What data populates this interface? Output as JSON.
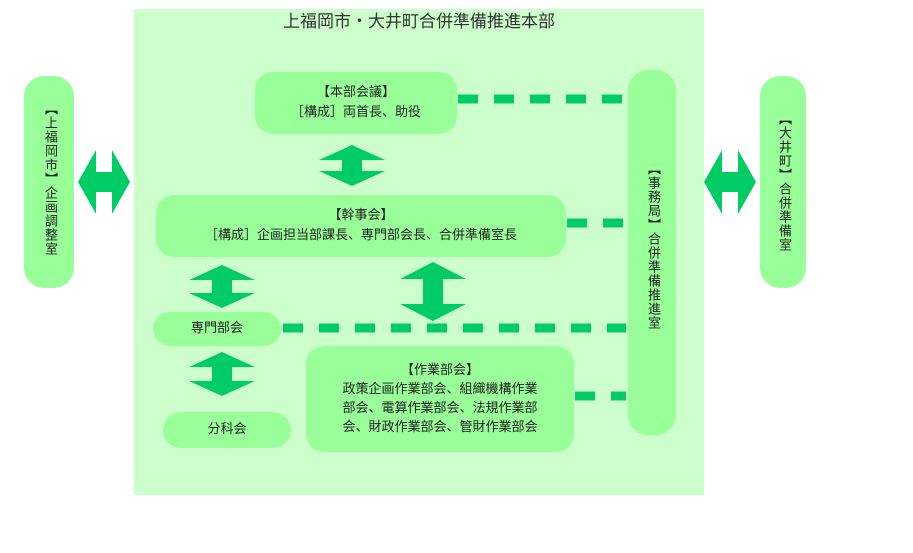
{
  "title": "上福岡市・大井町合併準備推進本部",
  "left_box": {
    "text": "【上福岡市】企画調整室"
  },
  "right_box": {
    "text": "【大井町】合併準備室"
  },
  "honbu_kaigi": {
    "heading": "【本部会議】",
    "members": "［構成］両首長、助役"
  },
  "kanji_kai": {
    "heading": "【幹事会】",
    "members": "［構成］企画担当部課長、専門部会長、合併準備室長"
  },
  "senmon_bukai": {
    "label": "専門部会"
  },
  "bunka_kai": {
    "label": "分科会"
  },
  "sagyo_bukai": {
    "heading": "【作業部会】",
    "lines": [
      "政策企画作業部会、組織機構作業",
      "部会、電算作業部会、法規作業部",
      "会、財政作業部会、管財作業部会"
    ]
  },
  "jimukyoku": {
    "text": "【事務局】合併準備推進室"
  },
  "colors": {
    "panel": "#ccffcc",
    "box": "#99ff99",
    "arrow": "#00cc66",
    "dash": "#00cc66"
  }
}
